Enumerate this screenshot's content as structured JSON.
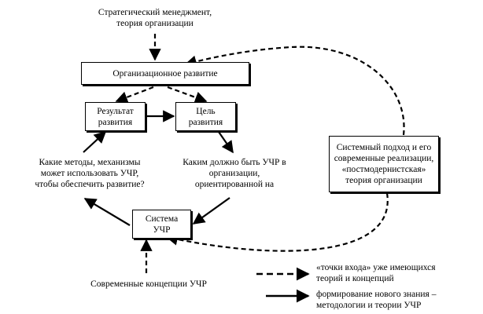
{
  "top_source": {
    "lines": [
      "Стратегический менеджмент,",
      "теория организации"
    ]
  },
  "org_development": "Организационное развитие",
  "result_box": {
    "lines": [
      "Результат",
      "развития"
    ]
  },
  "goal_box": {
    "lines": [
      "Цель",
      "развития"
    ]
  },
  "methods_question": {
    "lines": [
      "Какие методы, механизмы",
      "может использовать УЧР,",
      "чтобы обеспечить развитие?"
    ]
  },
  "hrm_question": {
    "lines": [
      "Каким должно быть УЧР в",
      "организации,",
      "ориентированной на"
    ]
  },
  "system_box": {
    "lines": [
      "Система",
      "УЧР"
    ]
  },
  "systems_approach": {
    "lines": [
      "Системный подход и его",
      "современные реализации,",
      "«постмодернистская»",
      "теория организации"
    ]
  },
  "bottom_source": "Современные концепции УЧР",
  "legend": {
    "dashed": {
      "lines": [
        "«точки входа» уже имеющихся",
        "теорий и концепций"
      ]
    },
    "solid": {
      "lines": [
        "формирование нового знания –",
        "методологии и теории УЧР"
      ]
    }
  }
}
